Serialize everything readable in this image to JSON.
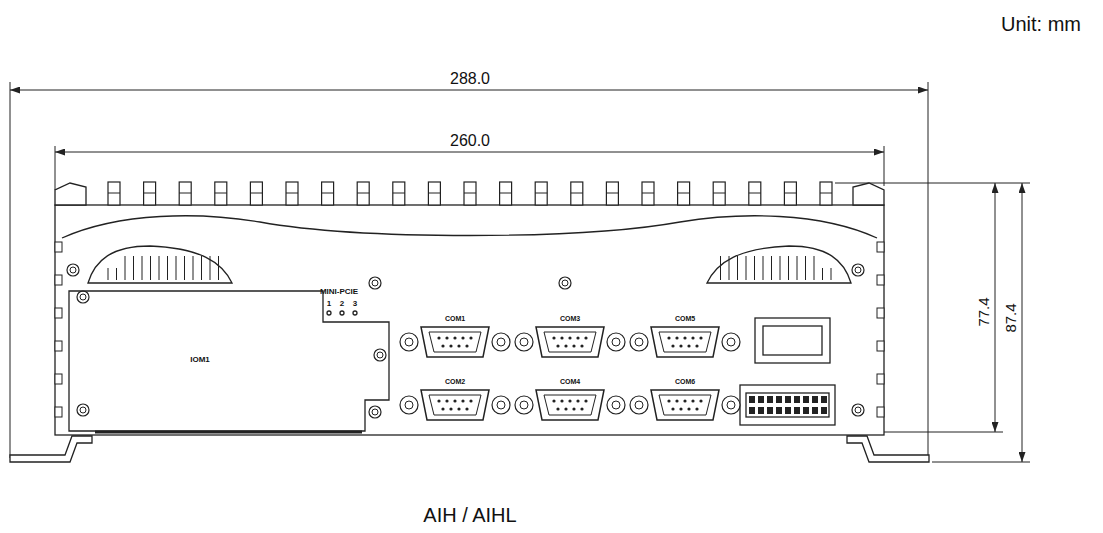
{
  "diagram": {
    "caption": "AIH / AIHL",
    "nodes": [
      {
        "text": [
          "IOM1"
        ]
      }
    ],
    "labels": [
      "Unit: mm",
      "288.0",
      "260.0",
      "77.4",
      "87.4",
      "MINI-PCIE",
      "1",
      "2",
      "3",
      "COM1",
      "COM3",
      "COM5",
      "COM2",
      "COM4",
      "COM6"
    ]
  }
}
